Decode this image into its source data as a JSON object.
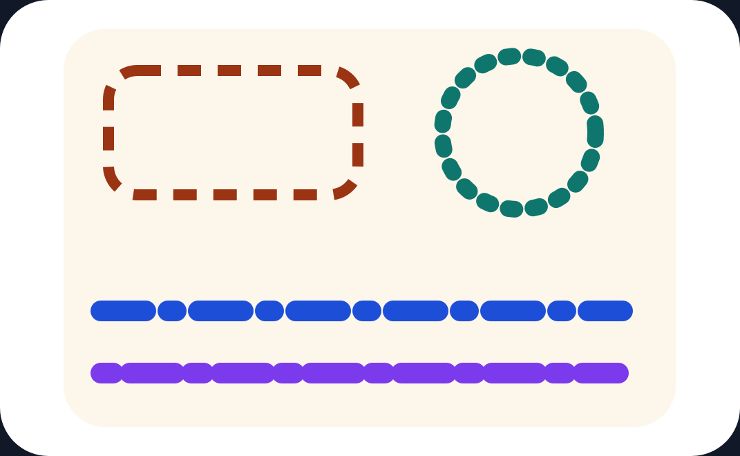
{
  "colors": {
    "backdrop": "#111827",
    "frame": "#ffffff",
    "panel": "#fdf6ea",
    "dashed_rect": "#9a3412",
    "dotted_circle": "#0f766e",
    "dash_line_blue": "#1d4ed8",
    "dash_line_purple": "#7c3aed"
  },
  "shapes": [
    {
      "name": "dashed-rounded-rectangle",
      "style": "dashed"
    },
    {
      "name": "dotted-circle",
      "style": "dotted"
    },
    {
      "name": "dash-dot-line-blue",
      "style": "long-dash-short-dash"
    },
    {
      "name": "dash-dot-line-purple",
      "style": "short-dash-long-dash"
    }
  ]
}
